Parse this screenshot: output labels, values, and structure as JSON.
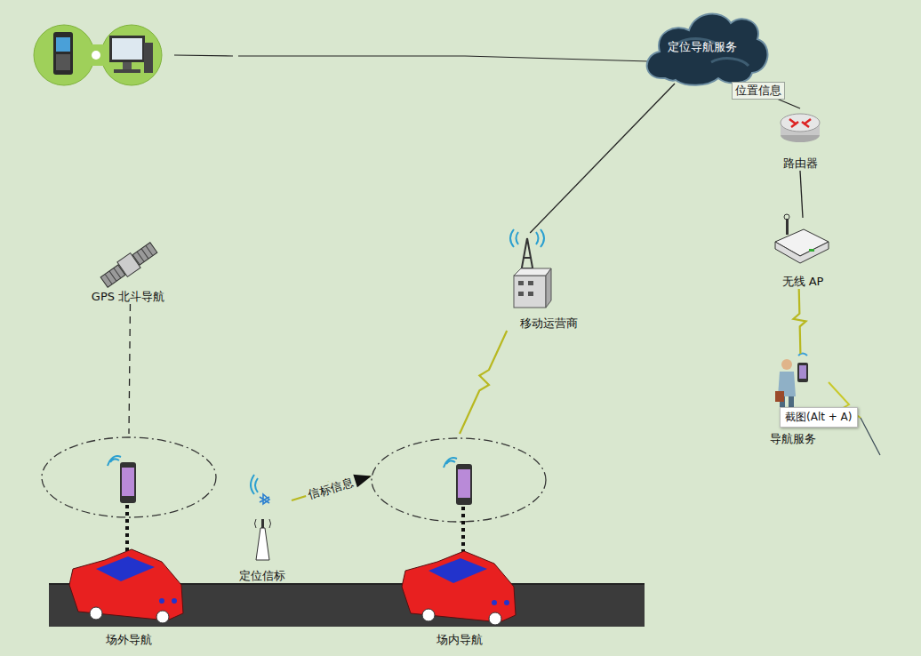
{
  "diagram": {
    "nodes": [
      {
        "text": [
          "定位导航服务"
        ]
      },
      {
        "text": [
          "路由器"
        ]
      },
      {
        "text": [
          "无线 AP"
        ]
      },
      {
        "text": [
          "GPS 北斗导航"
        ]
      },
      {
        "text": [
          "移动运营商"
        ]
      },
      {
        "text": [
          "导航服务"
        ]
      },
      {
        "text": [
          "场外导航"
        ]
      },
      {
        "text": [
          "定位信标"
        ]
      },
      {
        "text": [
          "场内导航"
        ]
      }
    ],
    "edges": [
      {
        "from": 0,
        "to": 1,
        "arrow": "none",
        "label": "位置信息"
      },
      {
        "from": 1,
        "to": 2,
        "arrow": "none"
      },
      {
        "from": 2,
        "to": 5,
        "arrow": "none"
      },
      {
        "from": 0,
        "to": 4,
        "arrow": "none"
      },
      {
        "from": 4,
        "to": 8,
        "arrow": "none"
      },
      {
        "from": 3,
        "to": 6,
        "arrow": "none"
      },
      {
        "from": 7,
        "to": 8,
        "arrow": "to",
        "label": "信标信息"
      }
    ],
    "labels": [
      "截图(Alt + A)"
    ]
  }
}
